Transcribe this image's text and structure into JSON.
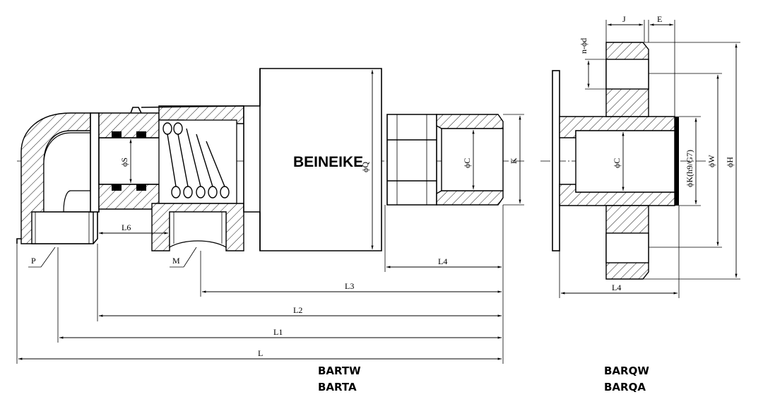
{
  "brand": "BEINEIKE",
  "left_models": [
    "BARTW",
    "BARTA"
  ],
  "right_models": [
    "BARQW",
    "BARQA"
  ],
  "dimensions": {
    "L": "L",
    "L1": "L1",
    "L2": "L2",
    "L3": "L3",
    "L4": "L4",
    "L6": "L6",
    "P": "P",
    "M": "M",
    "K": "K",
    "phi_S": "ϕS",
    "phi_Q": "ϕQ",
    "phi_C": "ϕC",
    "right_L4": "L4",
    "right_phi_C": "ϕC",
    "phi_K": "ϕK(h9/G7)",
    "phi_W": "ϕW",
    "phi_H": "ϕH",
    "n_phi_d": "n-ϕd",
    "J": "J",
    "E": "E"
  }
}
